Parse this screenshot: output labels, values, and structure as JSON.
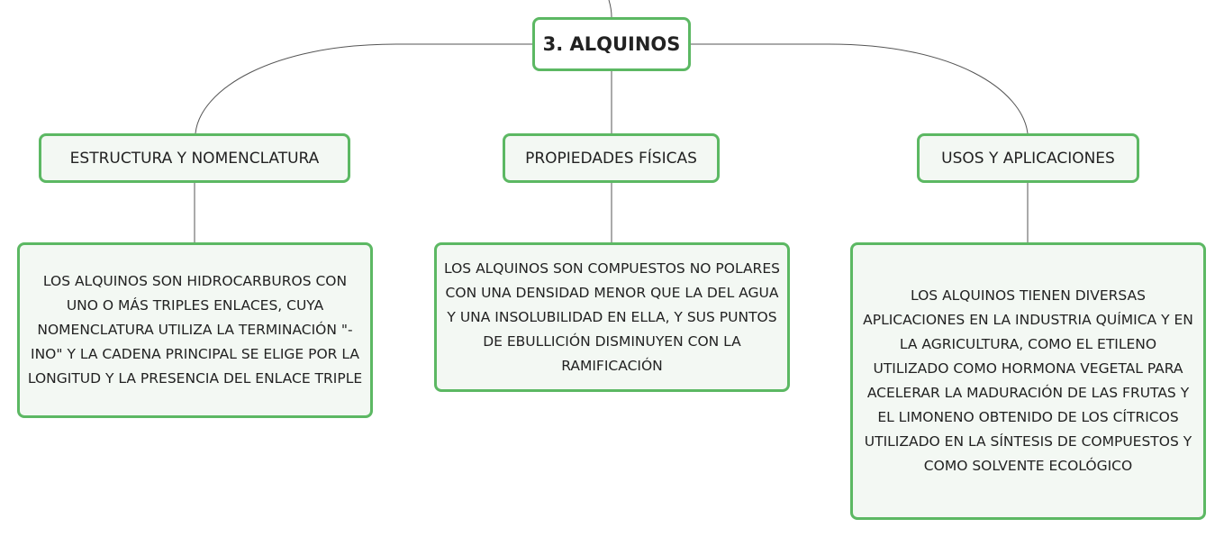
{
  "central": {
    "label": "3. ALQUINOS"
  },
  "branches": [
    {
      "label": "ESTRUCTURA Y NOMENCLATURA",
      "detail": "LOS ALQUINOS SON HIDROCARBUROS CON UNO O MÁS TRIPLES ENLACES, CUYA NOMENCLATURA UTILIZA LA TERMINACIÓN \"-INO\" Y LA CADENA PRINCIPAL SE ELIGE POR LA LONGITUD Y LA PRESENCIA DEL ENLACE TRIPLE"
    },
    {
      "label": "PROPIEDADES FÍSICAS",
      "detail": "LOS ALQUINOS SON COMPUESTOS NO POLARES CON UNA DENSIDAD MENOR QUE LA DEL AGUA Y UNA INSOLUBILIDAD EN ELLA, Y SUS PUNTOS DE EBULLICIÓN DISMINUYEN CON LA RAMIFICACIÓN"
    },
    {
      "label": "USOS Y APLICACIONES",
      "detail": "LOS ALQUINOS TIENEN DIVERSAS APLICACIONES EN LA INDUSTRIA QUÍMICA Y EN LA AGRICULTURA, COMO EL ETILENO UTILIZADO COMO HORMONA VEGETAL PARA ACELERAR LA MADURACIÓN DE LAS FRUTAS Y EL LIMONENO OBTENIDO DE LOS CÍTRICOS UTILIZADO EN LA SÍNTESIS DE COMPUESTOS Y COMO SOLVENTE ECOLÓGICO"
    }
  ],
  "colors": {
    "node_border": "#5cb863",
    "node_fill": "#f3f8f3",
    "connector": "#555555"
  }
}
